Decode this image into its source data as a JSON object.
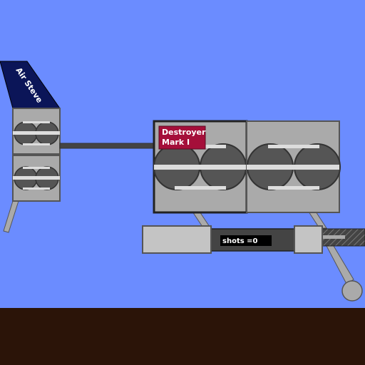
{
  "colors": {
    "sky": "#6b8cff",
    "ground": "#2b1408",
    "metal": "#aaaaaa",
    "metal_dark": "#555555",
    "barrel": "#444444",
    "label_red": "#a50f3a",
    "wing": "#0b1558",
    "shots_bg": "#000000"
  },
  "wing": {
    "name": "Air Steve"
  },
  "gun": {
    "name_line1": "Destroyer",
    "name_line2": "Mark I"
  },
  "hud": {
    "shots_text": "shots =0"
  }
}
